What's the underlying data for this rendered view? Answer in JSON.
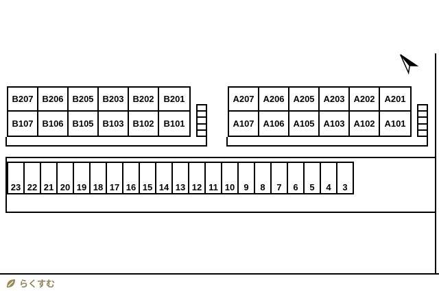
{
  "compass": {
    "label": "north-arrow"
  },
  "buildings": {
    "b": {
      "upper": [
        "B207",
        "B206",
        "B205",
        "B203",
        "B202",
        "B201"
      ],
      "lower": [
        "B107",
        "B106",
        "B105",
        "B103",
        "B102",
        "B101"
      ]
    },
    "a": {
      "upper": [
        "A207",
        "A206",
        "A205",
        "A203",
        "A202",
        "A201"
      ],
      "lower": [
        "A107",
        "A106",
        "A105",
        "A103",
        "A102",
        "A101"
      ]
    }
  },
  "parking": {
    "spaces": [
      "23",
      "22",
      "21",
      "20",
      "19",
      "18",
      "17",
      "16",
      "15",
      "14",
      "13",
      "12",
      "11",
      "10",
      "9",
      "8",
      "7",
      "6",
      "5",
      "4",
      "3"
    ]
  },
  "logo": {
    "text": "らくすむ"
  },
  "colors": {
    "line": "#000000",
    "logo": "#8d8154"
  }
}
